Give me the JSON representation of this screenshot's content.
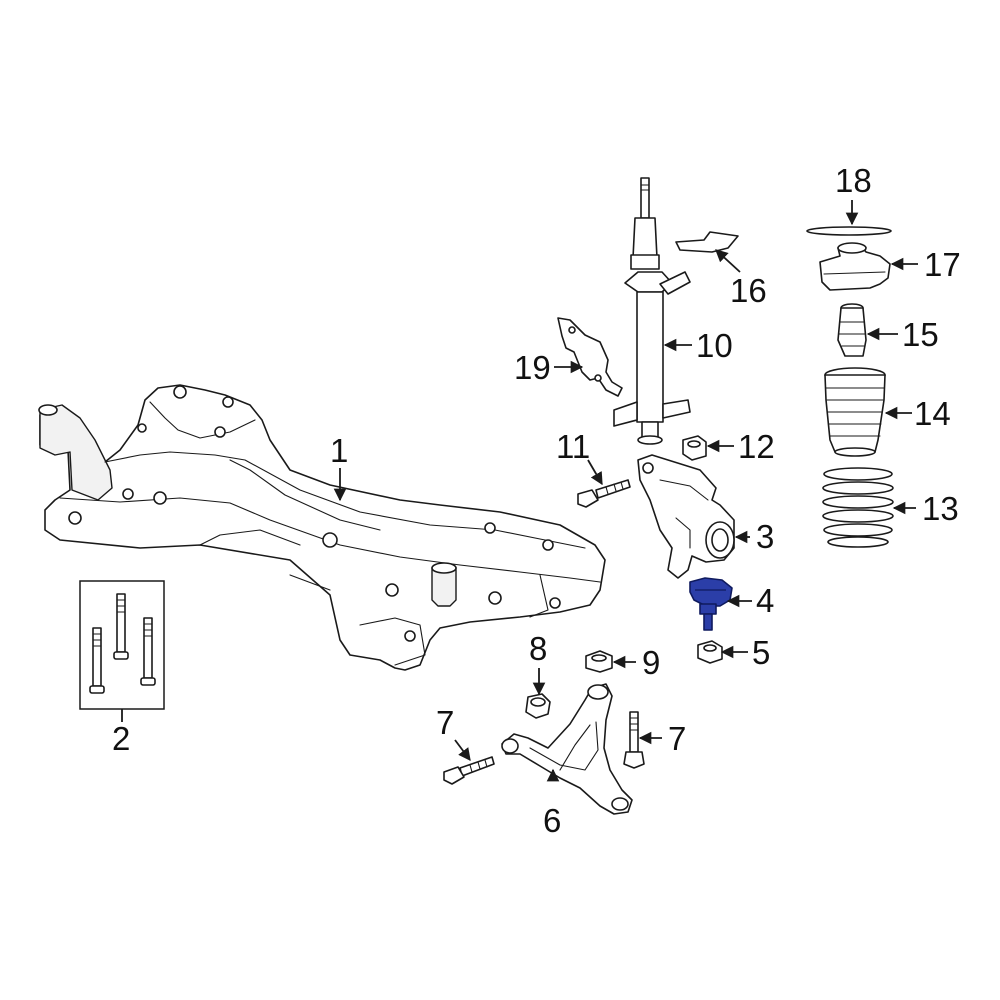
{
  "colors": {
    "highlight": "#2b3ea8",
    "line": "#1a1a1a",
    "background": "#ffffff"
  },
  "callouts": {
    "c1": "1",
    "c2": "2",
    "c3": "3",
    "c4": "4",
    "c5": "5",
    "c6": "6",
    "c7a": "7",
    "c7b": "7",
    "c8": "8",
    "c9": "9",
    "c10": "10",
    "c11": "11",
    "c12": "12",
    "c13": "13",
    "c14": "14",
    "c15": "15",
    "c16": "16",
    "c17": "17",
    "c18": "18",
    "c19": "19"
  },
  "highlighted_part": "4"
}
